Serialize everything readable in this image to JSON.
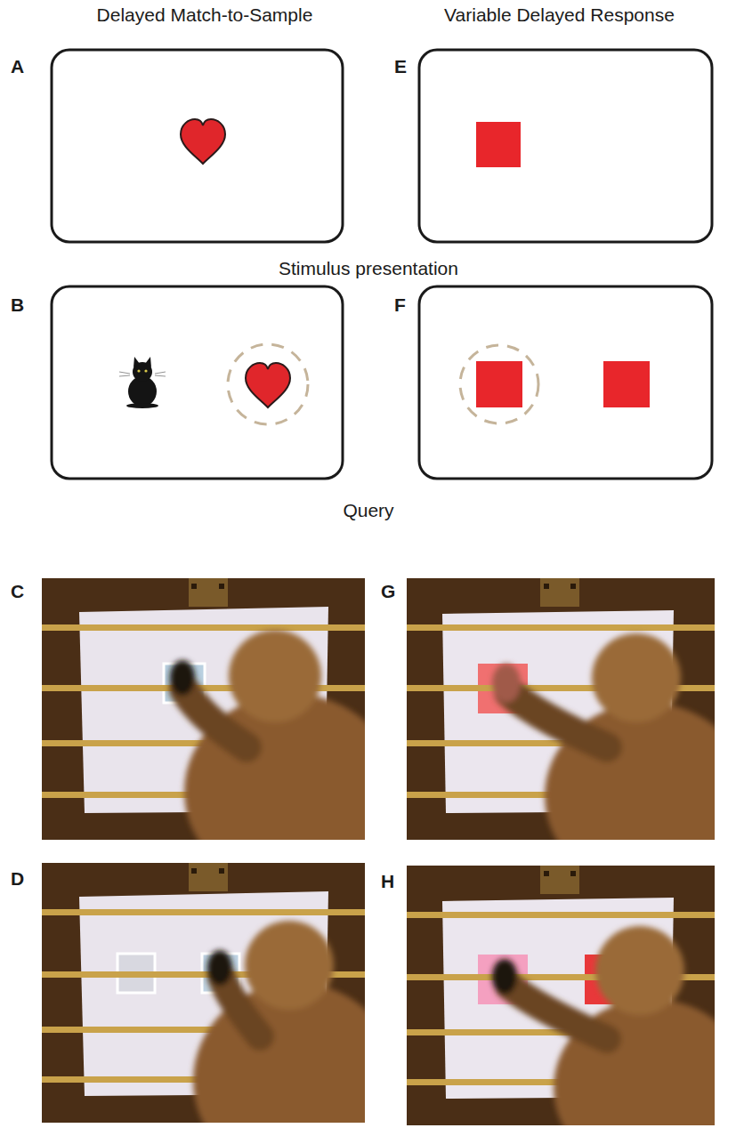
{
  "diagram": {
    "labels": [
      "Delayed Match-to-Sample",
      "Variable Delayed Response",
      "A",
      "E",
      "Stimulus presentation",
      "B",
      "F",
      "Query",
      "C",
      "G",
      "D",
      "H"
    ]
  }
}
